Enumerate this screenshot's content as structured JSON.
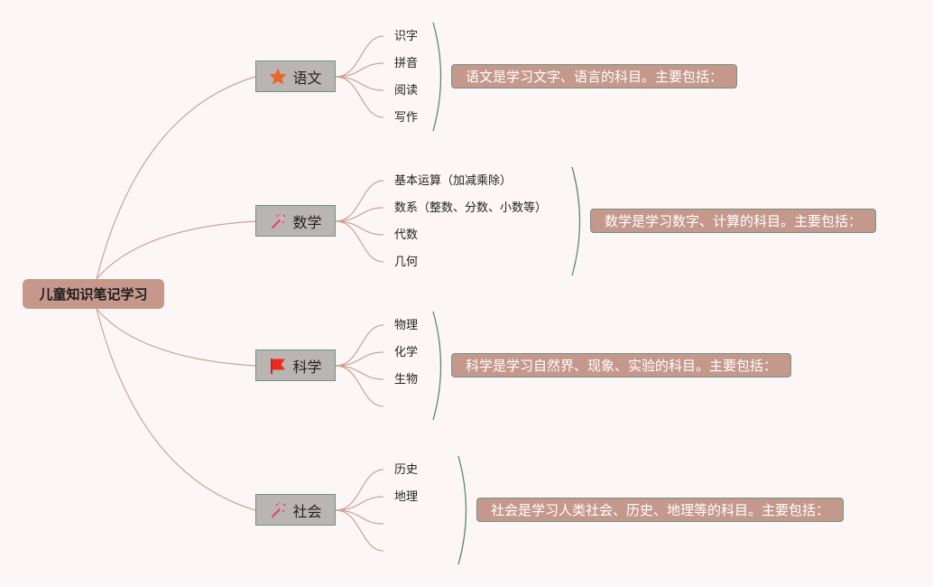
{
  "root": {
    "label": "儿童知识笔记学习"
  },
  "subjects": [
    {
      "label": "语文",
      "icon": "star-icon",
      "icon_color": "#e8692c",
      "items": [
        "识字",
        "拼音",
        "阅读",
        "写作"
      ],
      "summary": "语文是学习文字、语言的科目。主要包括："
    },
    {
      "label": "数学",
      "icon": "magic-wand-icon",
      "icon_color": "#e2445f",
      "items": [
        "基本运算（加减乘除）",
        "数系（整数、分数、小数等）",
        "代数",
        "几何"
      ],
      "summary": "数学是学习数字、计算的科目。主要包括："
    },
    {
      "label": "科学",
      "icon": "red-flag-icon",
      "icon_color": "#ee2a1e",
      "items": [
        "物理",
        "化学",
        "生物",
        ""
      ],
      "summary": "科学是学习自然界、现象、实验的科目。主要包括："
    },
    {
      "label": "社会",
      "icon": "magic-wand-icon",
      "icon_color": "#e2445f",
      "items": [
        "历史",
        "地理",
        "",
        ""
      ],
      "summary": "社会是学习人类社会、历史、地理等的科目。主要包括："
    }
  ],
  "colors": {
    "background": "#fcf7f6",
    "root_fill": "#c6988c",
    "subject_fill": "#bab5b3",
    "summary_fill": "#c5988c",
    "branch_line": "#c9a398",
    "bracket_line": "#5c8a70"
  }
}
